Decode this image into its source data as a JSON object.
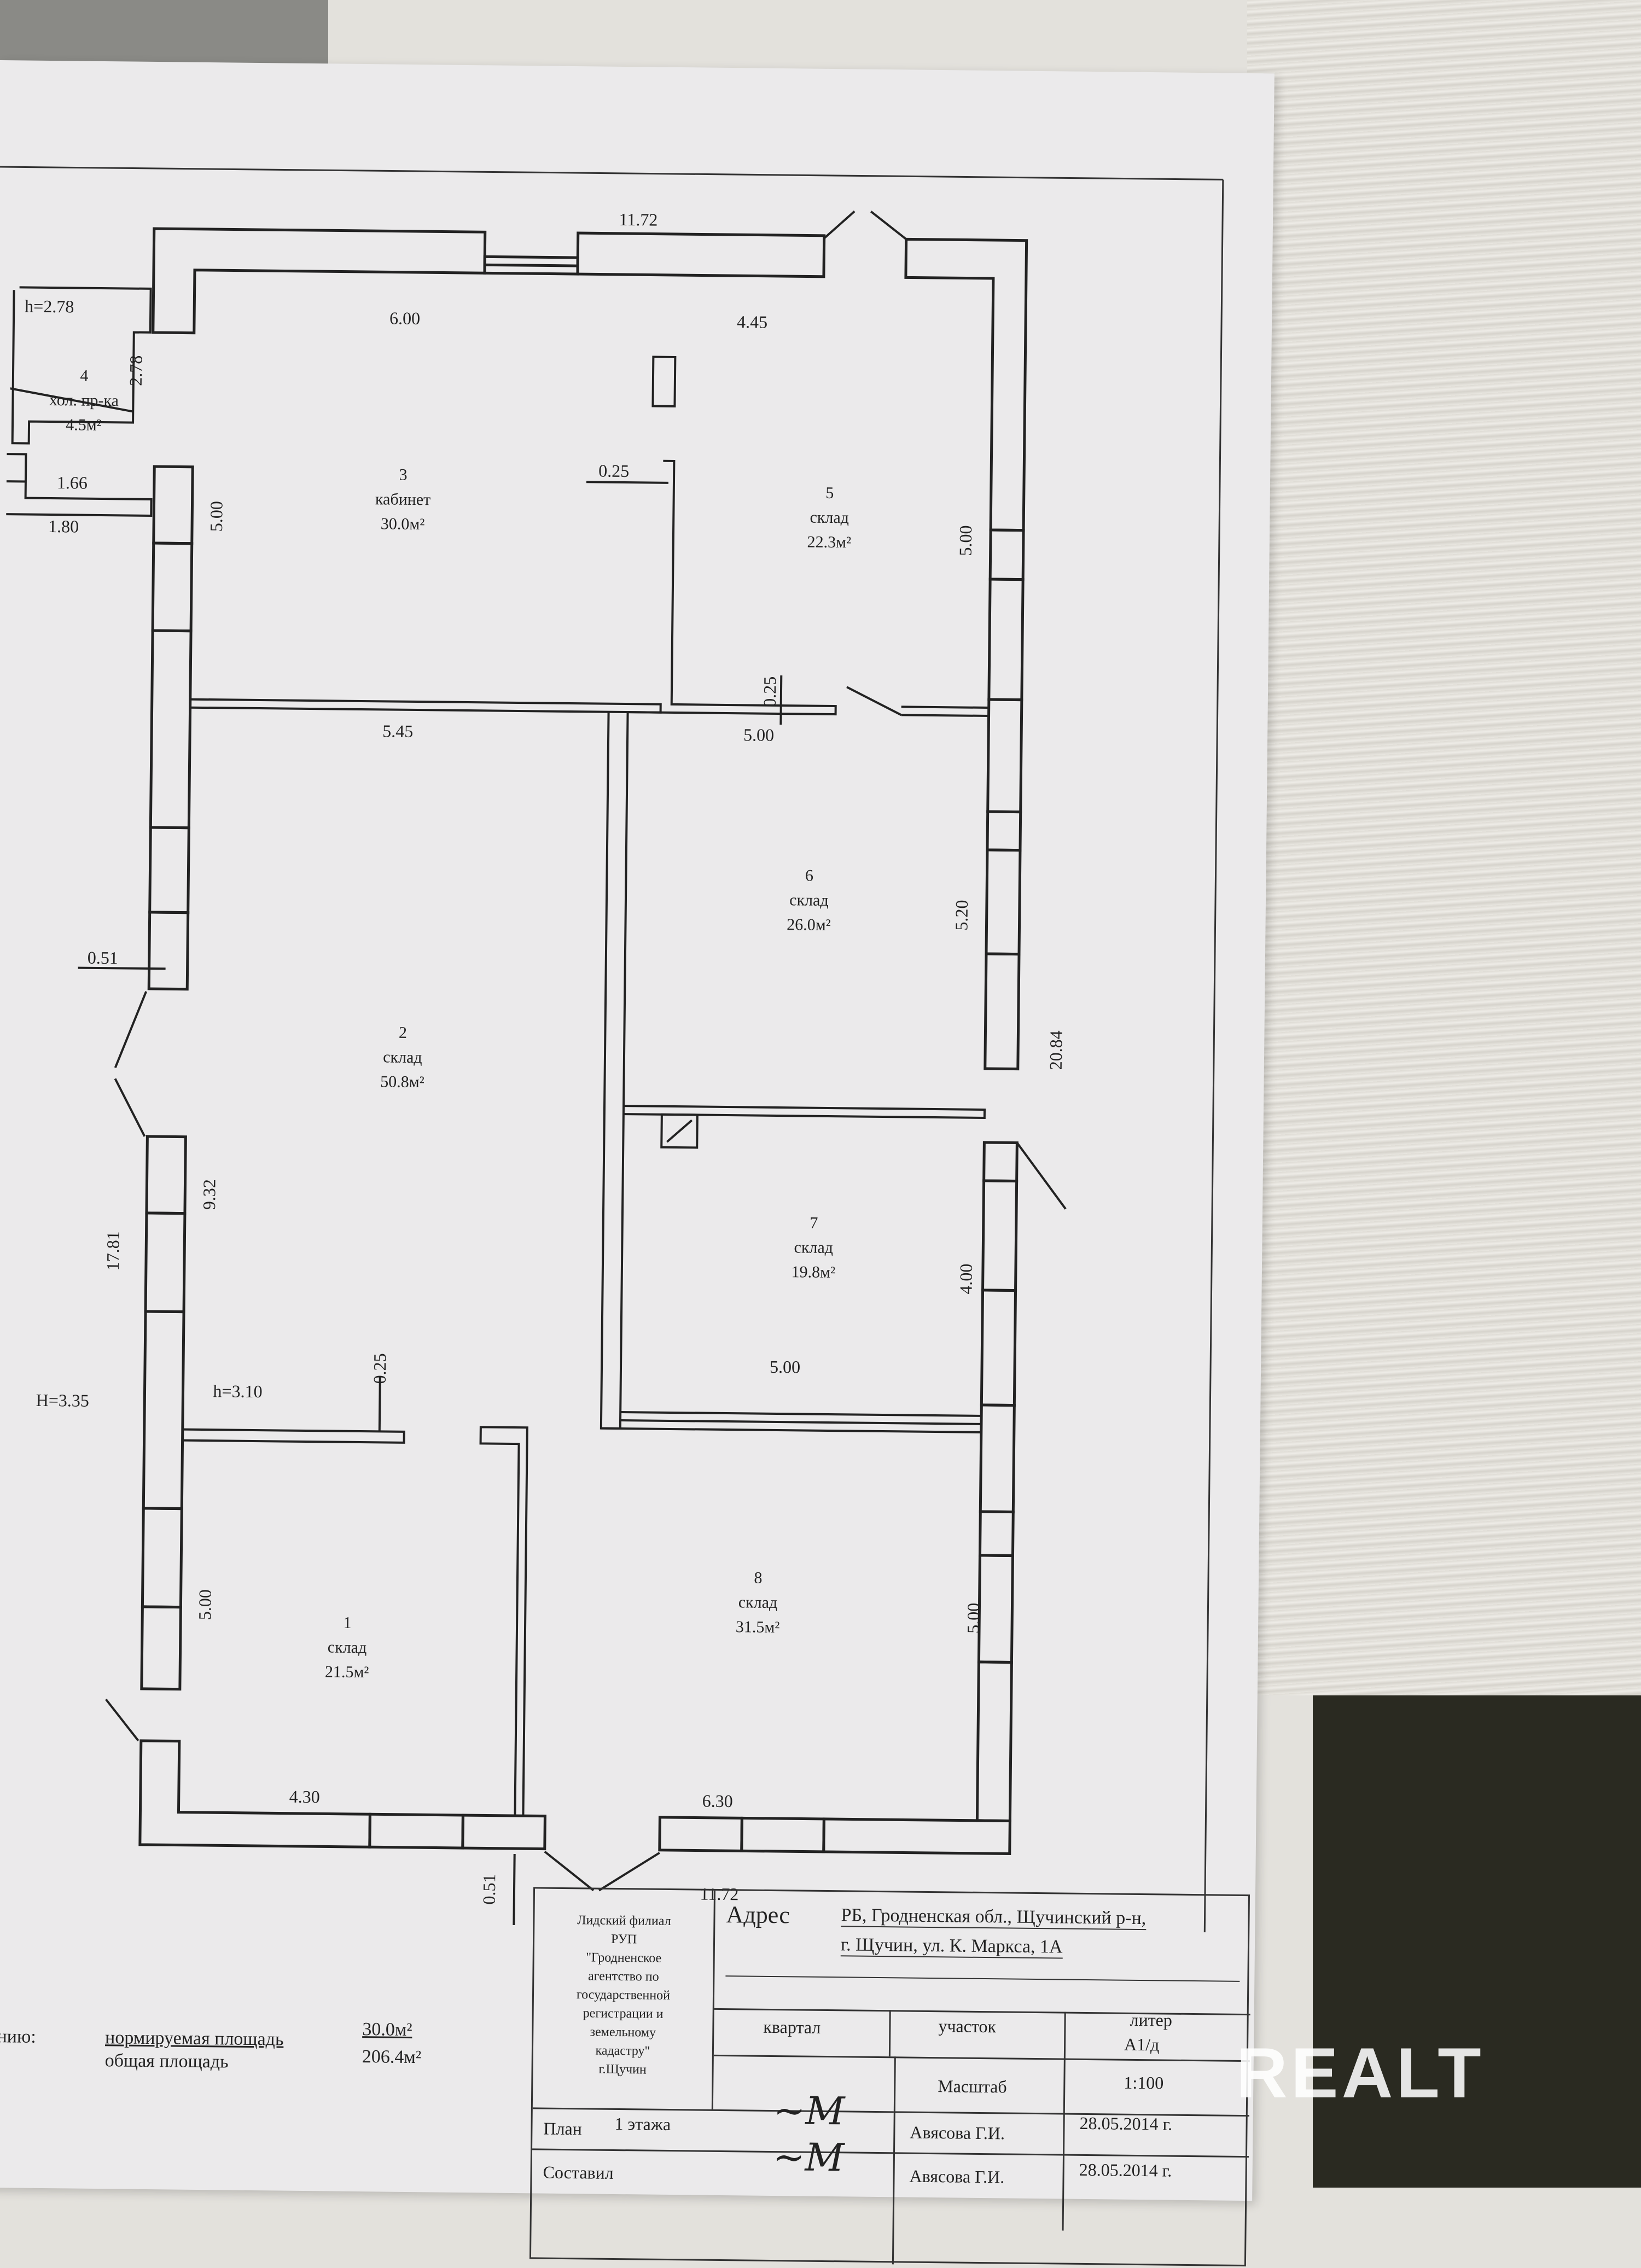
{
  "rooms": [
    {
      "num": "1",
      "name": "склад",
      "area": "21.5м²"
    },
    {
      "num": "2",
      "name": "склад",
      "area": "50.8м²"
    },
    {
      "num": "3",
      "name": "кабинет",
      "area": "30.0м²"
    },
    {
      "num": "4",
      "name": "хол. пр-ка",
      "area": "4.5м²"
    },
    {
      "num": "5",
      "name": "склад",
      "area": "22.3м²"
    },
    {
      "num": "6",
      "name": "склад",
      "area": "26.0м²"
    },
    {
      "num": "7",
      "name": "склад",
      "area": "19.8м²"
    },
    {
      "num": "8",
      "name": "склад",
      "area": "31.5м²"
    }
  ],
  "dimensions": {
    "top_total": "11.72",
    "bottom_total": "11.72",
    "right_total": "20.84",
    "left_total": "17.81",
    "r3_width": "6.00",
    "r5_width": "4.45",
    "r2_width": "5.45",
    "r6_width": "5.00",
    "r7_width": "5.00",
    "r1_width": "4.30",
    "r8_width": "6.30",
    "r3_height": "5.00",
    "r5_height": "5.00",
    "r6_height": "5.20",
    "r7_height": "4.00",
    "r8_height": "5.00",
    "r2_height": "9.32",
    "r1_height": "5.00",
    "wall_025_a": "0.25",
    "wall_025_b": "0.25",
    "wall_025_c": "0.25",
    "wall_051_a": "0.51",
    "wall_051_b": "0.51",
    "porch_h": "h=2.78",
    "porch_side": "2.78",
    "porch_166": "1.66",
    "porch_180": "1.80",
    "height_H": "H=3.35",
    "height_h": "h=3.10"
  },
  "areas": {
    "prefix": "данию:",
    "norm_label": "нормируемая площадь",
    "norm_value": "30.0м²",
    "total_label": "общая площадь",
    "total_value": "206.4м²"
  },
  "title_block": {
    "org_lines": [
      "Лидский филиал",
      "РУП",
      "\"Гродненское",
      "агентство по",
      "государственной",
      "регистрации и",
      "земельному",
      "кадастру\"",
      "г.Щучин"
    ],
    "address_label": "Адрес",
    "address_line1": "РБ, Гродненская обл., Щучинский р-н,",
    "address_line2": "г. Щучин, ул. К. Маркса, 1А",
    "kvartal": "квартал",
    "uchastok": "участок",
    "liter": "литер",
    "liter_value": "А1/д",
    "scale_label": "Масштаб",
    "scale_value": "1:100",
    "plan_label": "План",
    "floor": "1 этажа",
    "composed_label": "Составил",
    "name1": "Авясова Г.И.",
    "date1": "28.05.2014 г.",
    "name2": "Авясова Г.И.",
    "date2": "28.05.2014 г."
  },
  "watermark": "REALT"
}
